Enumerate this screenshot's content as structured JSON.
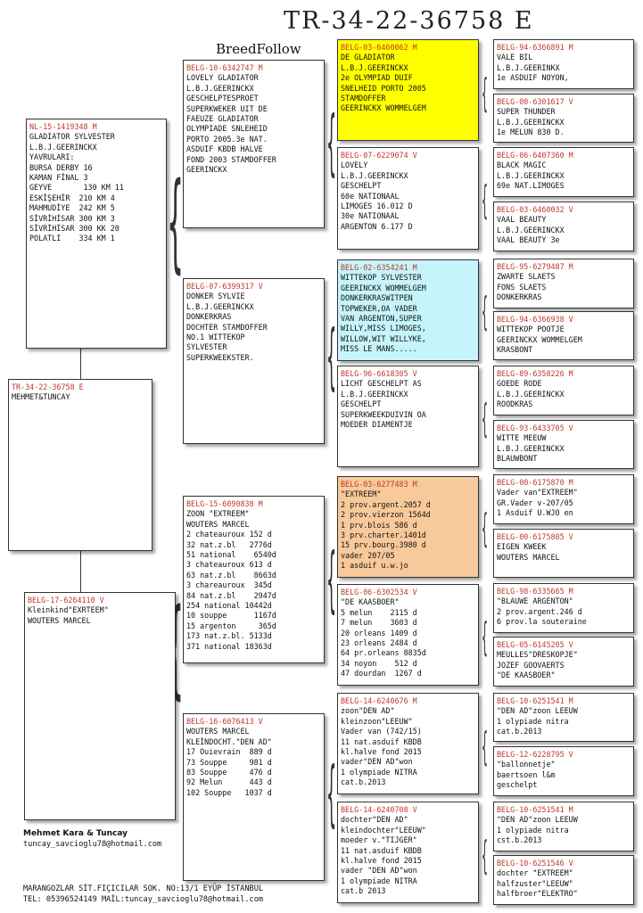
{
  "header": {
    "title": "TR-34-22-36758 E",
    "brand": "BreedFollow"
  },
  "gen1": [
    {
      "id": "TR-34-22-36758 E",
      "lines": [
        "MEHMET&TUNCAY"
      ]
    }
  ],
  "gen2": [
    {
      "id": "NL-15-1419348 M",
      "lines": [
        "GLADIATOR SYLVESTER",
        "L.B.J.GEERINCKX",
        "",
        "YAVRULARI:",
        "BURSA DERBY 16",
        "KAMAN FİNAL 3",
        "GEYVE       130 KM 11",
        "ESKİŞEHİR  210 KM 4",
        "MAHMUDİYE  242 KM 5",
        "SİVRİHİSAR 300 KM 3",
        "SİVRİHİSAR 300 KK 20",
        "POLATLI    334 KM 1"
      ]
    },
    {
      "id": "BELG-17-6264110 V",
      "lines": [
        "Kleinkind\"EXRTEEM\"",
        "WOUTERS MARCEL"
      ]
    }
  ],
  "gen3": [
    {
      "id": "BELG-10-6342747 M",
      "lines": [
        "LOVELY GLADIATOR",
        "L.B.J.GEERINCKX",
        "GESCHELPTESPROET",
        "SUPERKWEKER UIT DE",
        "FAEUZE GLADIATOR",
        "OLYMPIADE SNLEHEID",
        "PORTO 2005.3e NAT.",
        "ASDUIF KBDB HALVE",
        "FOND 2003 STAMDOFFER",
        "GEERINCKX"
      ]
    },
    {
      "id": "BELG-07-6399317 V",
      "lines": [
        "DONKER SYLVIE",
        "L.B.J.GEERINCKX",
        "DONKERKRAS",
        "DOCHTER STAMDOFFER",
        "NO.1 WITTEKOP",
        "SYLVESTER",
        "SUPERKWEEKSTER."
      ]
    },
    {
      "id": "BELG-15-6090830 M",
      "lines": [
        "ZOON \"EXTREEM\"",
        "WOUTERS MARCEL",
        "2 chateauroux 152 d",
        "32 nat.z.bl   2776d",
        "51 national    6540d",
        "3 chateauroux 613 d",
        "63 nat.z.bl    8663d",
        "3 chareauroux  345d",
        "84 nat.z.bl    2947d",
        "254 national 10442d",
        "10 souppe      1167d",
        "15 argenton     365d",
        "173 nat.z.bl. 5133d",
        "371 national 18363d"
      ]
    },
    {
      "id": "BELG-16-6076413 V",
      "lines": [
        "WOUTERS MARCEL",
        "KLEİNDOCHT.\"DEN AD\"",
        "17 Ouievrain  889 d",
        "73 Souppe     981 d",
        "83 Souppe     476 d",
        "92 Melun      443 d",
        "102 Souppe   1037 d"
      ]
    }
  ],
  "gen4": [
    {
      "id": "BELG-03-6460062 M",
      "lines": [
        "DE GLADIATOR",
        "L.B.J.GEERINCKX",
        "2e OLYMPIAD DUIF",
        "SNELHEID PORTO 2005",
        "STAMDOFFER",
        "GEERINCKX WOMMELGEM"
      ]
    },
    {
      "id": "BELG-07-6229074 V",
      "lines": [
        "LOVELY",
        "L.B.J.GEERINCKX",
        "GESCHELPT",
        "60e NATIONAAL",
        "LIMOGES 16.012 D",
        "30e NATIONAAL",
        "ARGENTON 6.177 D"
      ]
    },
    {
      "id": "BELG-02-6354241 M",
      "lines": [
        "WITTEKOP SYLVESTER",
        "GEERINCKX WOMMELGEM",
        "DONKERKRASWITPEN",
        "TOPWEKER,OA VADER",
        "VAN ARGENTON,SUPER",
        "WILLY,MISS LIMOGES,",
        "WILLOW,WIT WILLYKE,",
        "MISS LE MANS....."
      ]
    },
    {
      "id": "BELG-96-6618305 V",
      "lines": [
        "LICHT GESCHELPT AS",
        "L.B.J.GEERINCKX",
        "GESCHELPT",
        "SUPERKWEEKDUIVIN OA",
        "MOEDER DIAMENTJE"
      ]
    },
    {
      "id": "BELG-03-6277483 M",
      "lines": [
        "\"EXTREEM\"",
        "2 prov.argent.2057 d",
        "2 prov.vierzon 1564d",
        "1 prv.blois 586 d",
        "3 prv.charter.1401d",
        "15 prv.bourg.3980 d",
        "vader 207/05",
        "1 asduif u.w.jo"
      ]
    },
    {
      "id": "BELG-06-6302534 V",
      "lines": [
        "\"DE KAASBOER\"",
        "5 melun    2115 d",
        "7 melun    3603 d",
        "20 orleans 1409 d",
        "23 orleans 2484 d",
        "64 pr.orleans 8835d",
        "34 noyon    512 d",
        "47 dourdan  1267 d"
      ]
    },
    {
      "id": "BELG-14-6240676 M",
      "lines": [
        "zoon\"DEN AD\"",
        "kleinzoon\"LEEUW\"",
        "Vader van (742/15)",
        "11 nat.asduif KBDB",
        "kl.halve fond 2015",
        "vader\"DEN AD\"won",
        "1 olympiade NITRA",
        "cat.b.2013"
      ]
    },
    {
      "id": "BELG-14-6240708 V",
      "lines": [
        "dochter\"DEN AD\"",
        "kleindochter\"LEEUW\"",
        "moeder v.\"TIJGER\"",
        "11 nat.asduif KBDB",
        "kl.halve fond 2015",
        "vader \"DEN AD\"won",
        "1 olympiade NITRA",
        "cat.b 2013"
      ]
    }
  ],
  "gen5": [
    {
      "id": "BELG-94-6366891 M",
      "lines": [
        "VALE BIL",
        "L.B.J.GEERINKX",
        "1e ASDUIF NOYON,"
      ]
    },
    {
      "id": "BELG-00-6301617 V",
      "lines": [
        "SUPER THUNDER",
        "L.B.J.GEERINCKX",
        "1e MELUN 830 D."
      ]
    },
    {
      "id": "BELG-06-6407360 M",
      "lines": [
        "BLACK MAGIC",
        "L.B.J.GEERINCKX",
        "69e NAT.LIMOGES"
      ]
    },
    {
      "id": "BELG-03-6460032 V",
      "lines": [
        "VAAL BEAUTY",
        "L.B.J.GEERINCKX",
        "VAAL BEAUTY 3e"
      ]
    },
    {
      "id": "BELG-95-6279487 M",
      "lines": [
        "ZWARTE SLAETS",
        "FONS SLAETS",
        "DONKERKRAS"
      ]
    },
    {
      "id": "BELG-94-6366938 V",
      "lines": [
        "WITTEKOP POOTJE",
        "GEERINCKX WOMMELGEM",
        "KRASBONT"
      ]
    },
    {
      "id": "BELG-89-6358226 M",
      "lines": [
        "GOEDE RODE",
        "L.B.J.GEERINCKX",
        "ROODKRAS"
      ]
    },
    {
      "id": "BELG-93-6433705 V",
      "lines": [
        "WITTE MEEUW",
        "L.B.J.GEERINCKX",
        "BLAUWBONT"
      ]
    },
    {
      "id": "BELG-00-6175870 M",
      "lines": [
        "Vader van\"EXTREEM\"",
        "GR.Vader v-207/05",
        "1 Asduif U.WJO en"
      ]
    },
    {
      "id": "BELG-00-6175805 V",
      "lines": [
        "EIGEN KWEEK",
        "WOUTERS MARCEL"
      ]
    },
    {
      "id": "BELG-98-6335665 M",
      "lines": [
        "\"BLAUWE ARGENTON\"",
        "2 prov.argent.246 d",
        "6 prov.la souteraine"
      ]
    },
    {
      "id": "BELG-05-6145205 V",
      "lines": [
        "MEULLES\"DRESKOPJE\"",
        "JOZEF GOOVAERTS",
        "\"DE KAASBOER\""
      ]
    },
    {
      "id": "BELG-10-6251541 M",
      "lines": [
        "\"DEN AD\"zoon LEEUW",
        "1 olypiade nitra",
        "cat.b.2013"
      ]
    },
    {
      "id": "BELG-12-6228795 V",
      "lines": [
        "\"ballonnetje\"",
        "baertsoen l&m",
        "geschelpt"
      ]
    },
    {
      "id": "BELG-10-6251541 M",
      "lines": [
        "\"DEN AD\"zoon LEEUW",
        "1 olypiade nitra",
        "cst.b.2013"
      ]
    },
    {
      "id": "BELG-10-6251546 V",
      "lines": [
        "dochter \"EXTREEM\"",
        "halfzuster\"LEEUW\"",
        "halfbroer\"ELEKTRO\""
      ]
    }
  ],
  "owner": {
    "name": "Mehmet Kara & Tuncay",
    "email": "tuncay_savcioglu78@hotmail.com"
  },
  "footer": {
    "line1": "MARANGOZLAR SİT.FIÇICILAR SOK. NO:13/1 EYÜP İSTANBUL",
    "line2": "TEL: 05396524149 MAİL:tuncay_savcioglu78@hotmail.com"
  },
  "colors": {
    "id_red": "#c0392b",
    "highlight_yellow": "#ffff00",
    "highlight_cyan": "#c6f4fb",
    "highlight_orange": "#f8c99a"
  }
}
